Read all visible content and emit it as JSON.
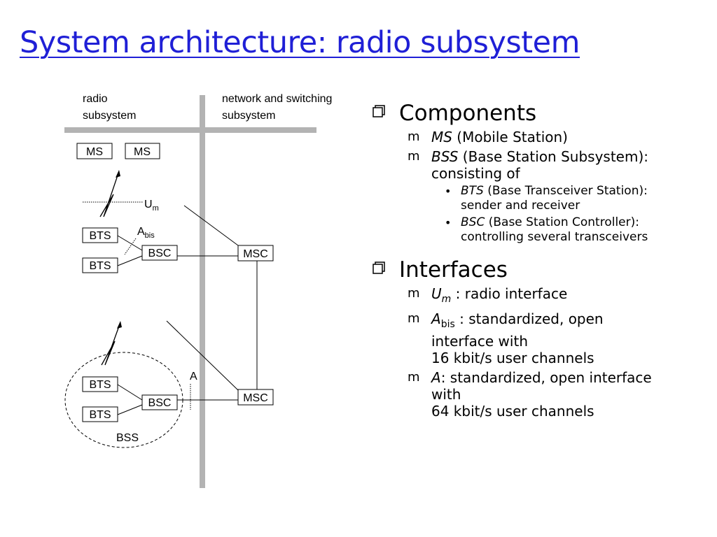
{
  "title": "System architecture: radio subsystem",
  "diagram": {
    "label_radio_l1": "radio",
    "label_radio_l2": "subsystem",
    "label_net_l1": "network and switching",
    "label_net_l2": "subsystem",
    "ms1": "MS",
    "ms2": "MS",
    "um_main": "U",
    "um_sub": "m",
    "abis_main": "A",
    "abis_sub": "bis",
    "bts1": "BTS",
    "bts2": "BTS",
    "bsc1": "BSC",
    "msc1": "MSC",
    "a_label": "A",
    "bts3": "BTS",
    "bts4": "BTS",
    "bsc2": "BSC",
    "msc2": "MSC",
    "bss": "BSS"
  },
  "bullets": {
    "components": "Components",
    "ms_abbr": "MS",
    "ms_desc": " (Mobile Station)",
    "bss_abbr": "BSS",
    "bss_desc_l1": " (Base Station Subsystem):",
    "bss_desc_l2": "consisting of",
    "bts_abbr": "BTS",
    "bts_desc_l1": " (Base Transceiver Station):",
    "bts_desc_l2": "sender and receiver",
    "bsc_abbr": "BSC",
    "bsc_desc_l1": " (Base Station Controller):",
    "bsc_desc_l2": "controlling several transceivers",
    "interfaces": "Interfaces",
    "um_main": "U",
    "um_sub": "m",
    "um_desc": " : radio interface",
    "abis_main": "A",
    "abis_sub": "bis",
    "abis_desc_l1": " : standardized, open",
    "abis_desc_l2": "interface with",
    "abis_desc_l3": "16 kbit/s user channels",
    "a_abbr": "A",
    "a_desc_l1": ": standardized, open interface",
    "a_desc_l2": "with",
    "a_desc_l3": "64 kbit/s user channels",
    "sub_marker": "m",
    "dot_marker": "•"
  },
  "colors": {
    "title": "#1f1fd6",
    "divider": "#b3b3b3"
  }
}
